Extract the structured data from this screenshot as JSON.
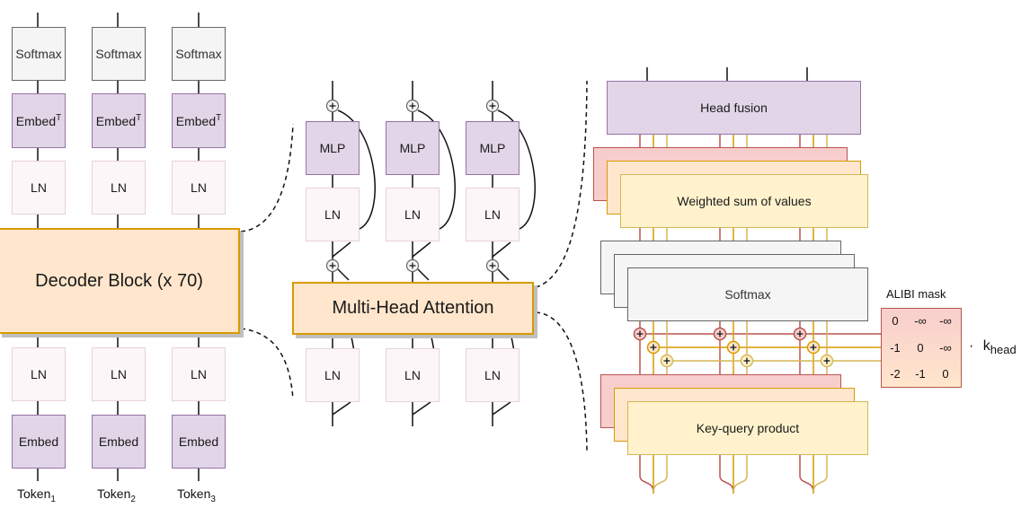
{
  "left_column": {
    "output_heads": [
      {
        "softmax": "Softmax",
        "embed_t": "Embed",
        "embed_t_sup": "T",
        "ln": "LN"
      },
      {
        "softmax": "Softmax",
        "embed_t": "Embed",
        "embed_t_sup": "T",
        "ln": "LN"
      },
      {
        "softmax": "Softmax",
        "embed_t": "Embed",
        "embed_t_sup": "T",
        "ln": "LN"
      }
    ],
    "decoder_block": "Decoder Block (x 70)",
    "inputs": [
      {
        "ln": "LN",
        "embed": "Embed",
        "token": "Token",
        "token_sub": "1"
      },
      {
        "ln": "LN",
        "embed": "Embed",
        "token": "Token",
        "token_sub": "2"
      },
      {
        "ln": "LN",
        "embed": "Embed",
        "token": "Token",
        "token_sub": "3"
      }
    ]
  },
  "decoder_detail": {
    "mlp_columns": [
      {
        "mlp": "MLP",
        "ln": "LN"
      },
      {
        "mlp": "MLP",
        "ln": "LN"
      },
      {
        "mlp": "MLP",
        "ln": "LN"
      }
    ],
    "attention": "Multi-Head Attention",
    "attn_ln": [
      "LN",
      "LN",
      "LN"
    ],
    "plus_symbol": "+"
  },
  "attention_detail": {
    "head_fusion": "Head fusion",
    "weighted_sum": "Weighted sum of values",
    "softmax": "Softmax",
    "key_query": "Key-query product",
    "alibi": {
      "title": "ALIBI mask",
      "matrix": [
        [
          "0",
          "-∞",
          "-∞"
        ],
        [
          "-1",
          "0",
          "-∞"
        ],
        [
          "-2",
          "-1",
          "0"
        ]
      ],
      "multiplier_dot": "·",
      "multiplier": "k",
      "multiplier_sub": "head"
    }
  },
  "colors": {
    "purple_fill": "#e1d5e7",
    "purple_stroke": "#9673a6",
    "orange_fill": "#ffe6cc",
    "orange_stroke": "#d79b00",
    "red_fill": "#f8cecc",
    "red_stroke": "#b85450",
    "yellow_fill": "#fff2cc",
    "yellow_stroke": "#d6b656",
    "grey_fill": "#f5f5f5",
    "grey_stroke": "#666666"
  }
}
